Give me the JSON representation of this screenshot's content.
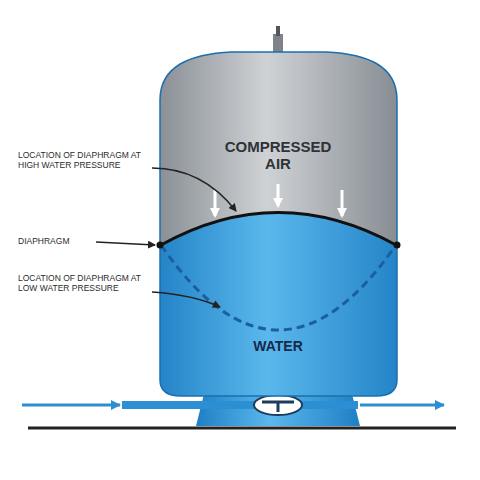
{
  "diagram": {
    "labels": [
      "LOCATION OF DIAPHRAGM AT HIGH WATER PRESSURE",
      "COMPRESSED AIR",
      "DIAPHRAGM",
      "LOCATION OF DIAPHRAGM AT LOW WATER PRESSURE",
      "WATER"
    ]
  }
}
